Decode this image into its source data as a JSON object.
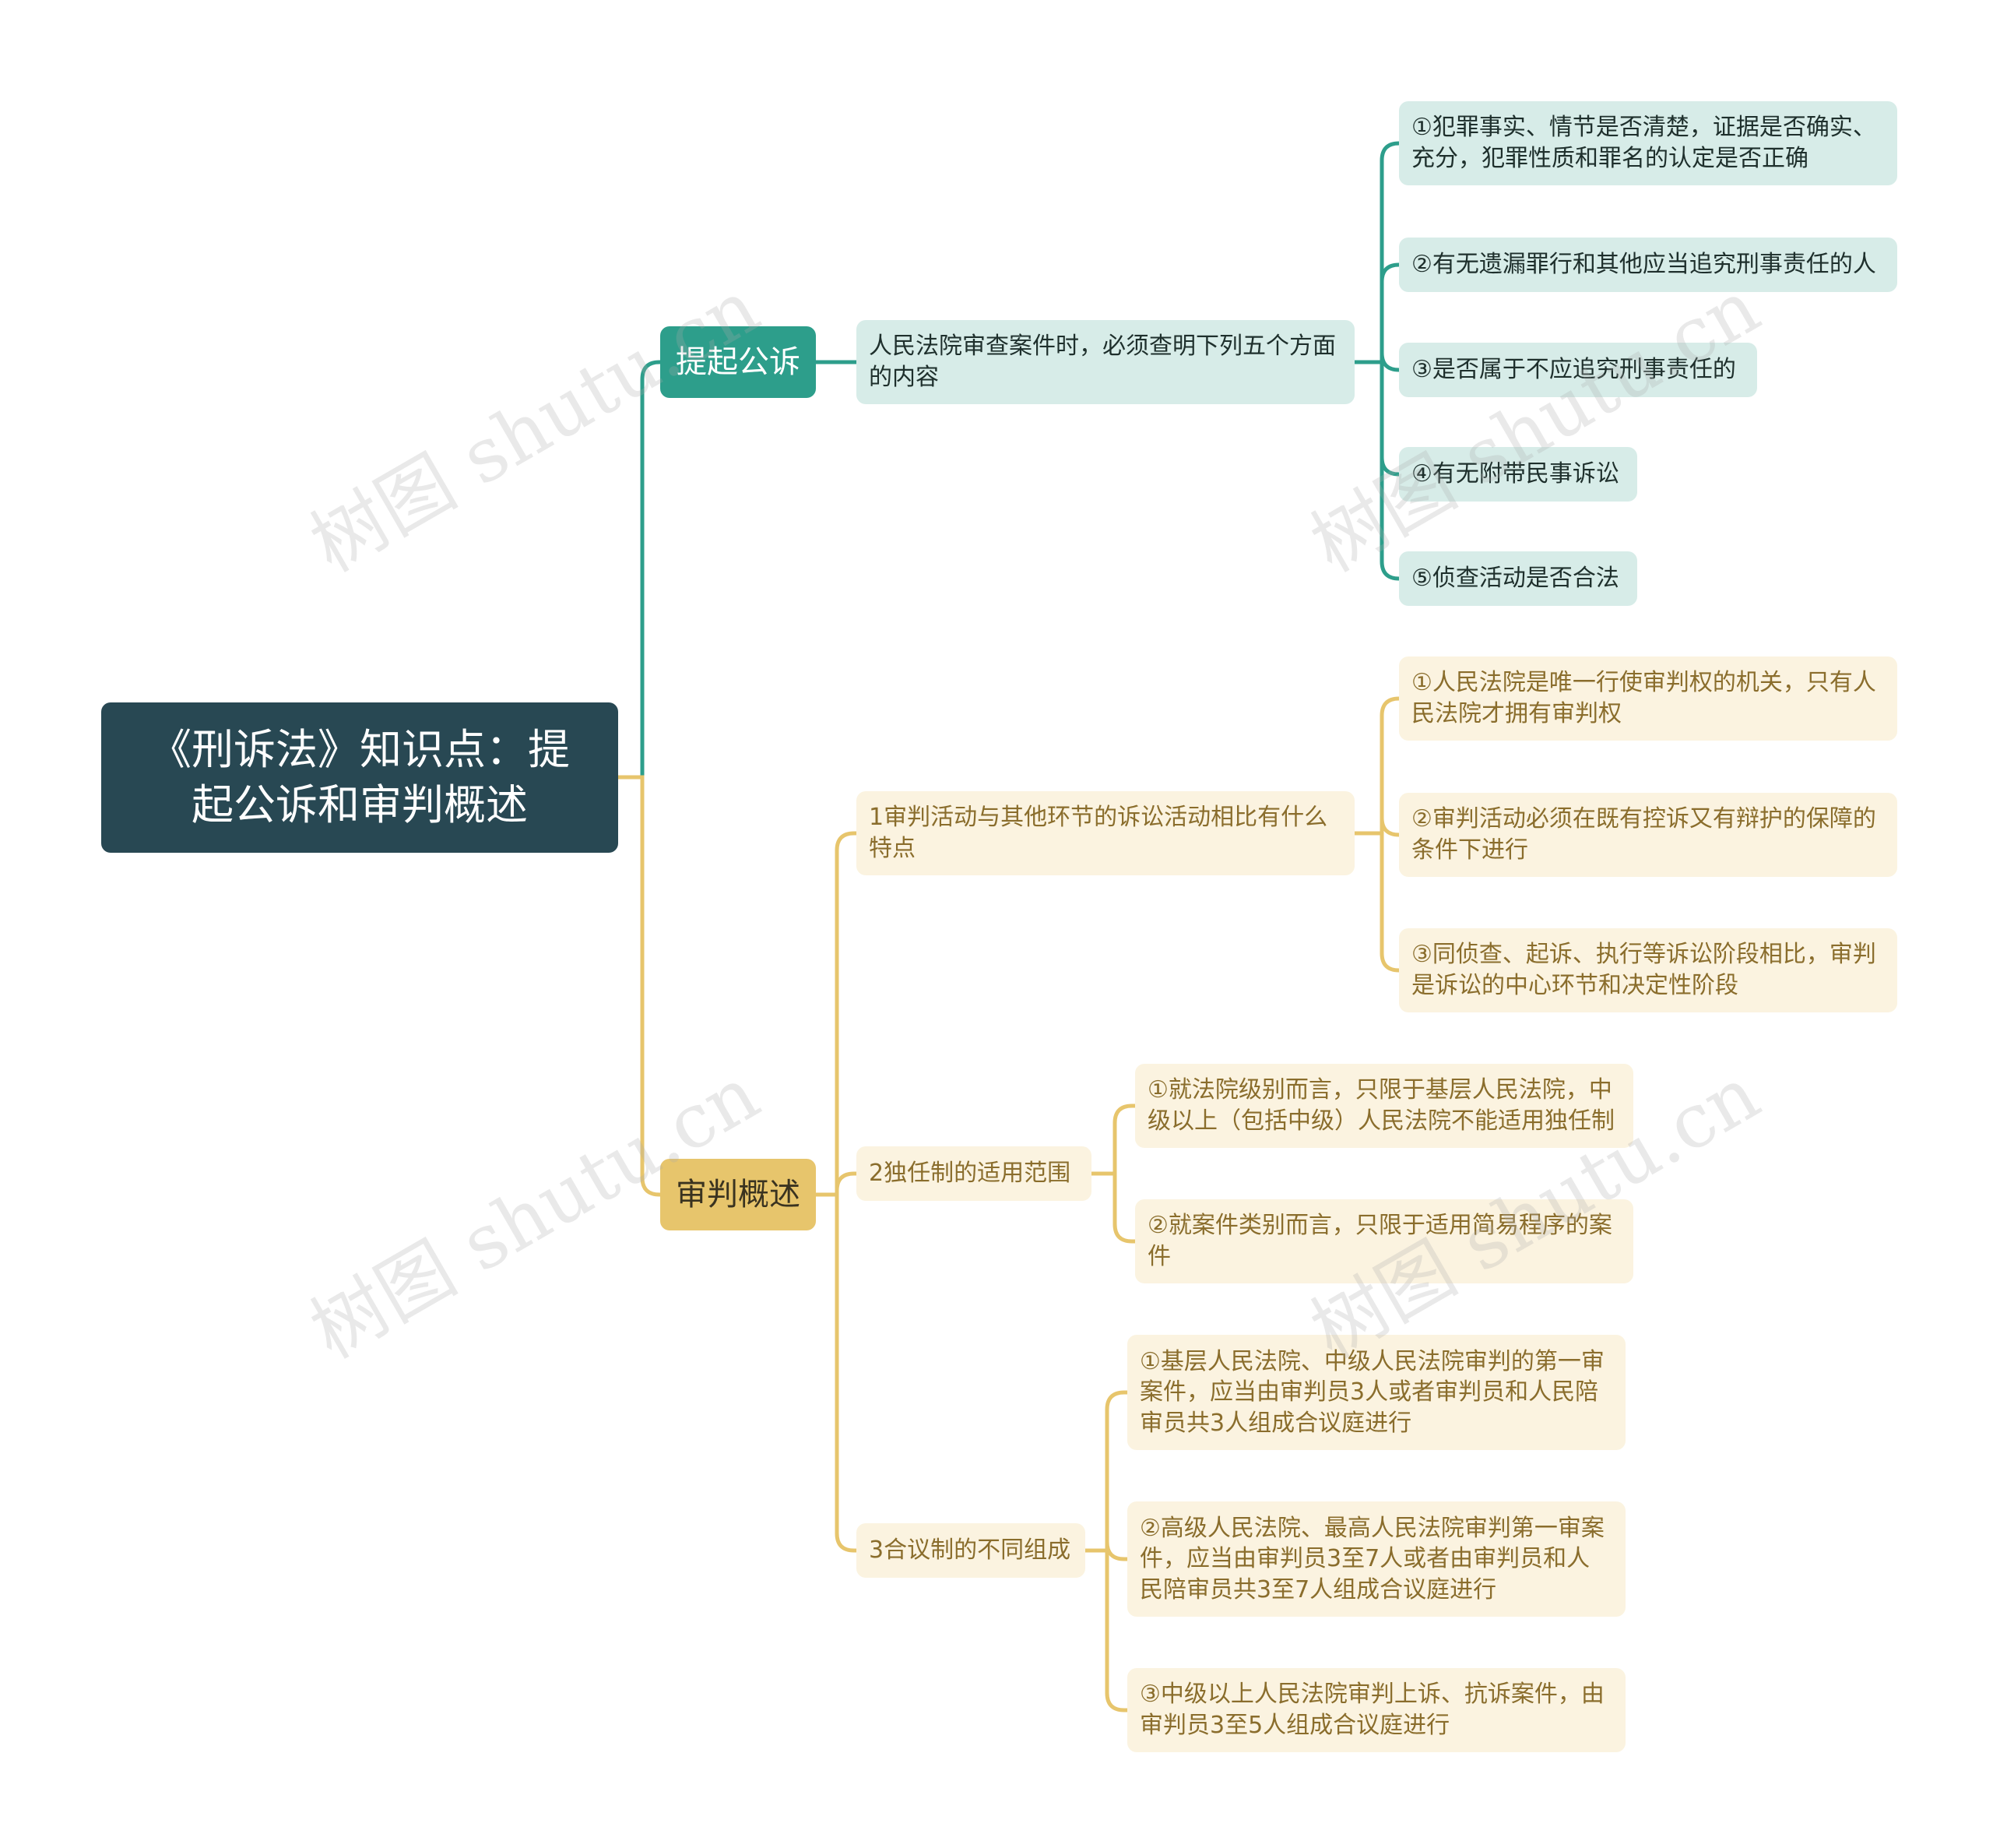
{
  "root": {
    "label": "《刑诉法》知识点：提起公诉和审判概述"
  },
  "colors": {
    "root": "#284853",
    "teal": "#2d9e8b",
    "gold": "#e7c56c",
    "teal_leaf": "#d7ece8",
    "gold_leaf": "#fbf3e0"
  },
  "branches": [
    {
      "label": "提起公诉",
      "children": [
        {
          "label": "人民法院审查案件时，必须查明下列五个方面的内容",
          "children": [
            {
              "label": "①犯罪事实、情节是否清楚，证据是否确实、充分，犯罪性质和罪名的认定是否正确"
            },
            {
              "label": "②有无遗漏罪行和其他应当追究刑事责任的人"
            },
            {
              "label": "③是否属于不应追究刑事责任的"
            },
            {
              "label": "④有无附带民事诉讼"
            },
            {
              "label": "⑤侦查活动是否合法"
            }
          ]
        }
      ]
    },
    {
      "label": "审判概述",
      "children": [
        {
          "label": "1审判活动与其他环节的诉讼活动相比有什么特点",
          "children": [
            {
              "label": "①人民法院是唯一行使审判权的机关，只有人民法院才拥有审判权"
            },
            {
              "label": "②审判活动必须在既有控诉又有辩护的保障的条件下进行"
            },
            {
              "label": "③同侦查、起诉、执行等诉讼阶段相比，审判是诉讼的中心环节和决定性阶段"
            }
          ]
        },
        {
          "label": "2独任制的适用范围",
          "children": [
            {
              "label": "①就法院级别而言，只限于基层人民法院，中级以上（包括中级）人民法院不能适用独任制"
            },
            {
              "label": "②就案件类别而言，只限于适用简易程序的案件"
            }
          ]
        },
        {
          "label": "3合议制的不同组成",
          "children": [
            {
              "label": "①基层人民法院、中级人民法院审判的第一审案件，应当由审判员3人或者审判员和人民陪审员共3人组成合议庭进行"
            },
            {
              "label": "②高级人民法院、最高人民法院审判第一审案件，应当由审判员3至7人或者由审判员和人民陪审员共3至7人组成合议庭进行"
            },
            {
              "label": "③中级以上人民法院审判上诉、抗诉案件，由审判员3至5人组成合议庭进行"
            }
          ]
        }
      ]
    }
  ],
  "watermark": "树图 shutu.cn"
}
